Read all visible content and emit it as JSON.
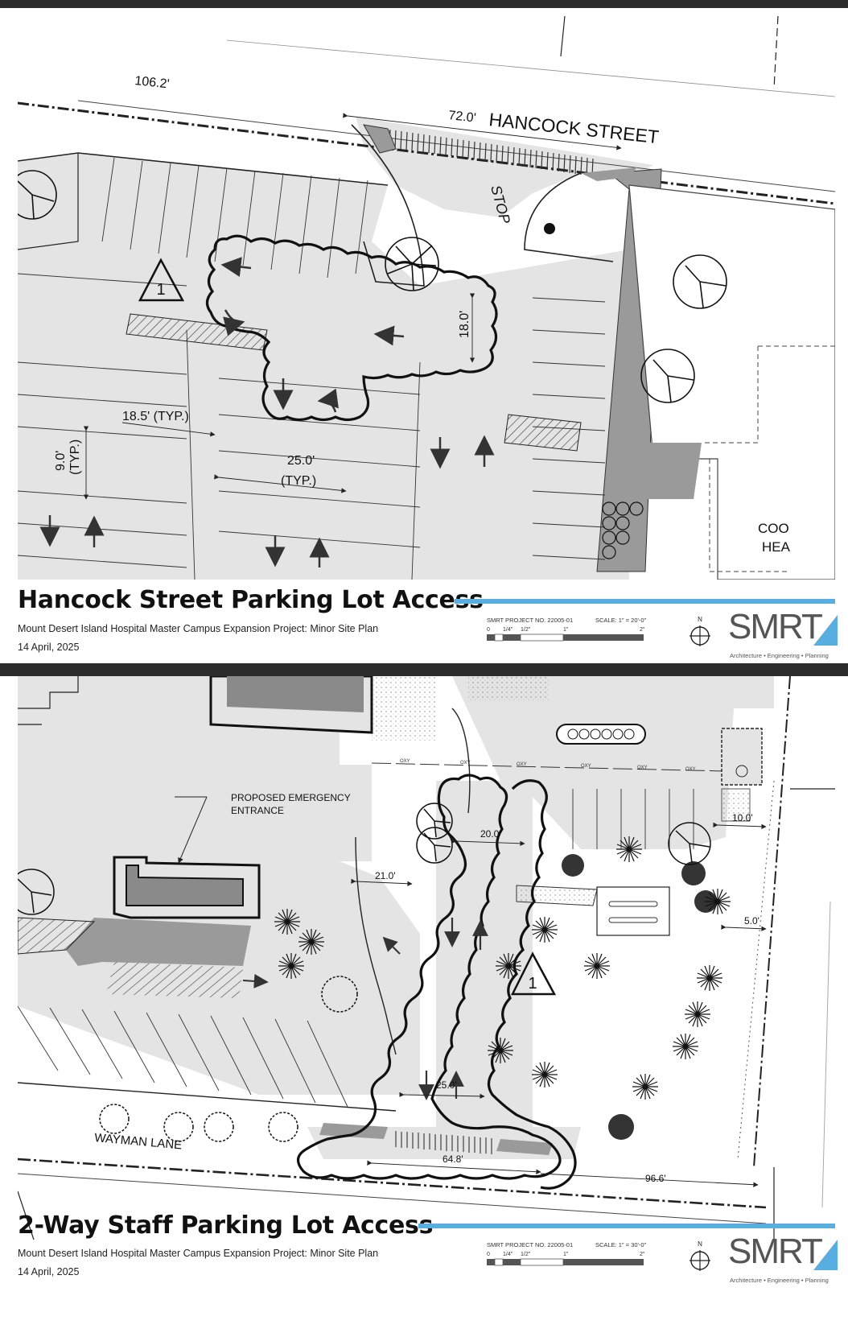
{
  "sheets": [
    {
      "title": "Hancock Street Parking Lot Access",
      "subtitle": "Mount Desert Island Hospital Master Campus Expansion Project: Minor Site Plan",
      "date": "14 April, 2025",
      "project_no": "SMRT PROJECT NO. 22005-01",
      "scale": "SCALE: 1\" = 20'-0\"",
      "scale_ticks": [
        "0",
        "1/4\"",
        "1/2\"",
        "1\"",
        "2\""
      ],
      "plan_labels": {
        "street": "HANCOCK STREET",
        "dim_106": "106.2'",
        "dim_72": "72.0'",
        "stop": "STOP",
        "dim_18": "18.0'",
        "dim_185": "18.5' (TYP.)",
        "dim_9": "9.0'",
        "dim_9typ": "(TYP.)",
        "dim_25": "25.0'",
        "dim_25typ": "(TYP.)",
        "bldg_1": "COO",
        "bldg_2": "HEA",
        "delta": "1"
      }
    },
    {
      "title": "2-Way Staff Parking Lot Access",
      "subtitle": "Mount Desert Island Hospital Master Campus Expansion Project: Minor Site Plan",
      "date": "14 April, 2025",
      "project_no": "SMRT PROJECT NO. 22005-01",
      "scale": "SCALE: 1\" = 30'-0\"",
      "scale_ticks": [
        "0",
        "1/4\"",
        "1/2\"",
        "1\"",
        "2\""
      ],
      "plan_labels": {
        "entrance_1": "PROPOSED EMERGENCY",
        "entrance_2": "ENTRANCE",
        "street": "WAYMAN LANE",
        "dim_20": "20.0'",
        "dim_21": "21.0'",
        "dim_10": "10.0'",
        "dim_5": "5.0'",
        "dim_25": "25.0'",
        "dim_648": "64.8'",
        "dim_966": "96.6'",
        "delta": "1",
        "oxy": "OXY"
      }
    }
  ],
  "logo": {
    "text": "SMRT",
    "tagline": "Architecture • Engineering • Planning"
  },
  "north": "N",
  "colors": {
    "accent_blue": "#58aee0",
    "paving": "#e4e4e4",
    "curb": "#9a9a9a"
  }
}
